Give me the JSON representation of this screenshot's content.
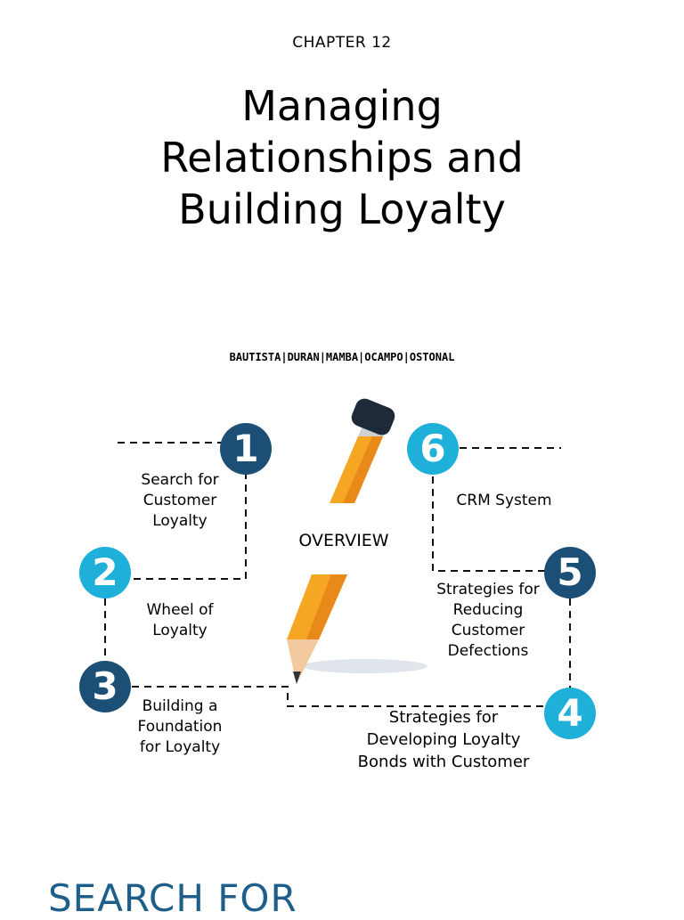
{
  "header": {
    "chapter": "CHAPTER 12",
    "title_lines": [
      "Managing",
      "Relationships and",
      "Building Loyalty"
    ],
    "authors": "BAUTISTA|DURAN|MAMBA|OCAMPO|OSTONAL"
  },
  "overview": {
    "center_label": "OVERVIEW",
    "items": [
      {
        "number": "1",
        "lines": [
          "Search for",
          "Customer",
          "Loyalty"
        ]
      },
      {
        "number": "2",
        "lines": [
          "Wheel of",
          "Loyalty"
        ]
      },
      {
        "number": "3",
        "lines": [
          "Building a",
          "Foundation",
          "for Loyalty"
        ]
      },
      {
        "number": "4",
        "lines": [
          "Strategies for",
          "Developing Loyalty",
          "Bonds with Customer"
        ]
      },
      {
        "number": "5",
        "lines": [
          "Strategies for",
          "Reducing",
          "Customer",
          "Defections"
        ]
      },
      {
        "number": "6",
        "lines": [
          "CRM System"
        ]
      }
    ]
  },
  "next_section": {
    "heading": "SEARCH FOR"
  },
  "colors": {
    "dark_circle": "#1b4f76",
    "light_circle": "#1fb0d9",
    "section_heading": "#1d5f8a"
  }
}
